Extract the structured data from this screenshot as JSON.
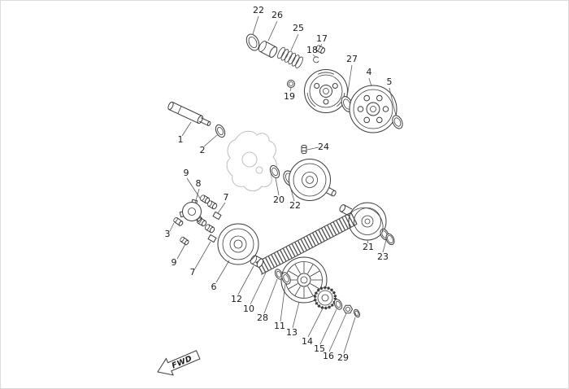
{
  "page": {
    "fwd_label": "FWD"
  },
  "callouts": [
    {
      "n": "22"
    },
    {
      "n": "26"
    },
    {
      "n": "25"
    },
    {
      "n": "17"
    },
    {
      "n": "18"
    },
    {
      "n": "27"
    },
    {
      "n": "4"
    },
    {
      "n": "5"
    },
    {
      "n": "19"
    },
    {
      "n": "1"
    },
    {
      "n": "2"
    },
    {
      "n": "24"
    },
    {
      "n": "9"
    },
    {
      "n": "8"
    },
    {
      "n": "7"
    },
    {
      "n": "20"
    },
    {
      "n": "22"
    },
    {
      "n": "3"
    },
    {
      "n": "21"
    },
    {
      "n": "23"
    },
    {
      "n": "9"
    },
    {
      "n": "7"
    },
    {
      "n": "6"
    },
    {
      "n": "12"
    },
    {
      "n": "10"
    },
    {
      "n": "28"
    },
    {
      "n": "11"
    },
    {
      "n": "13"
    },
    {
      "n": "14"
    },
    {
      "n": "15"
    },
    {
      "n": "16"
    },
    {
      "n": "29"
    }
  ]
}
